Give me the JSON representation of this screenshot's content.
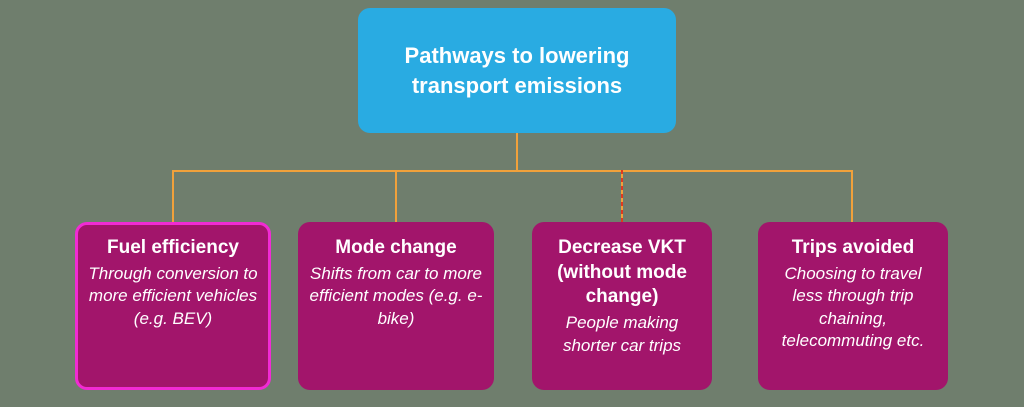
{
  "colors": {
    "background": "#6f7e6d",
    "root_box": "#29abe2",
    "node_box": "#a2156b",
    "highlight_border": "#f12bd4",
    "connector": "#f0a13b",
    "connector_dash": "#e0391f",
    "text": "#ffffff"
  },
  "root": {
    "title": "Pathways to lowering transport emissions"
  },
  "nodes": [
    {
      "title": "Fuel efficiency",
      "body": "Through conversion to more efficient vehicles (e.g. BEV)"
    },
    {
      "title": "Mode change",
      "body": "Shifts from car to more efficient modes (e.g. e-bike)"
    },
    {
      "title": "Decrease VKT (without mode change)",
      "body": "People making shorter car trips"
    },
    {
      "title": "Trips avoided",
      "body": "Choosing to travel less through trip chaining, telecommuting etc."
    }
  ]
}
